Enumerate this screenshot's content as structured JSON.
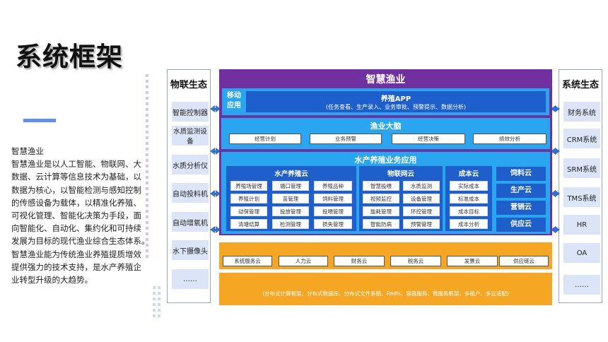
{
  "page": {
    "title": "系统框架",
    "intro_lines": [
      "智慧渔业",
      "智慧渔业是以人工智能、物联网、大",
      "数据、云计算等信息技术为基础，以",
      "数据为核心，以智能检测与感知控制",
      "的传感设备为载体，以精准化养殖、",
      "可视化管理、智能化决策为手段，面",
      "向智能化、自动化、集约化和可持续",
      "发展为目标的现代渔业综合生态体系。",
      "智慧渔业能为传统渔业养殖提质增效",
      "提供强力的技术支持，是水产养殖企",
      "业转型升级的大趋势。"
    ]
  },
  "iot_ecology": {
    "title": "物联生态",
    "items": [
      "智能控制器",
      "水质监测设备",
      "水质分析仪",
      "自动投料机",
      "自动增氧机",
      "水下摄像头",
      "……"
    ]
  },
  "system_ecology": {
    "title": "系统生态",
    "items": [
      "财务系统",
      "CRM系统",
      "SRM系统",
      "TMS系统",
      "HR",
      "OA",
      "……"
    ]
  },
  "center": {
    "title": "智慧渔业",
    "mobile": {
      "label_line1": "移动",
      "label_line2": "应用",
      "app_title": "养殖APP",
      "app_desc": "(任务查看、生产录入、业务审批、预警提示、数据分析)"
    },
    "brain": {
      "title": "渔业大脑",
      "items": [
        "经营计划",
        "业务预警",
        "经营决策",
        "绩效分析"
      ]
    },
    "business": {
      "title": "水产养殖业务应用",
      "aquaculture_cloud": {
        "title": "水产养殖云",
        "items": [
          "养殖场管理",
          "塘口管理",
          "养殖品种",
          "养殖计划",
          "苗管理",
          "饲料管理",
          "动保管理",
          "投放管理",
          "投喂管理",
          "清塘结算",
          "检测管理",
          "损失管理"
        ]
      },
      "iot_cloud": {
        "title": "物联网云",
        "items": [
          "智慧投喂",
          "水质监测",
          "视频监控",
          "设备管理",
          "能耗管理",
          "环控管理",
          "智能防病",
          "预警管理"
        ]
      },
      "cost_cloud": {
        "title": "成本云",
        "items": [
          "实际成本",
          "标准成本",
          "成本目标",
          "成本分析"
        ]
      },
      "right_clouds": [
        "饲料云",
        "生产云",
        "营销云",
        "供应云"
      ]
    },
    "platform": {
      "items": [
        "系统服务云",
        "人力云",
        "财务云",
        "税务云",
        "发票云",
        "供应链云"
      ]
    },
    "infra": {
      "desc": "(分布式计算框架、分布式数据库、分布式文件系统、Redis、容器服务、微服务框架、多租户、多云适配)"
    }
  },
  "colors": {
    "purple": "#7030a0",
    "dark_blue": "#1e5fcc",
    "light_blue": "#2aa6f0",
    "orange": "#f5a623",
    "side_item_bg": "#dce4f7"
  }
}
